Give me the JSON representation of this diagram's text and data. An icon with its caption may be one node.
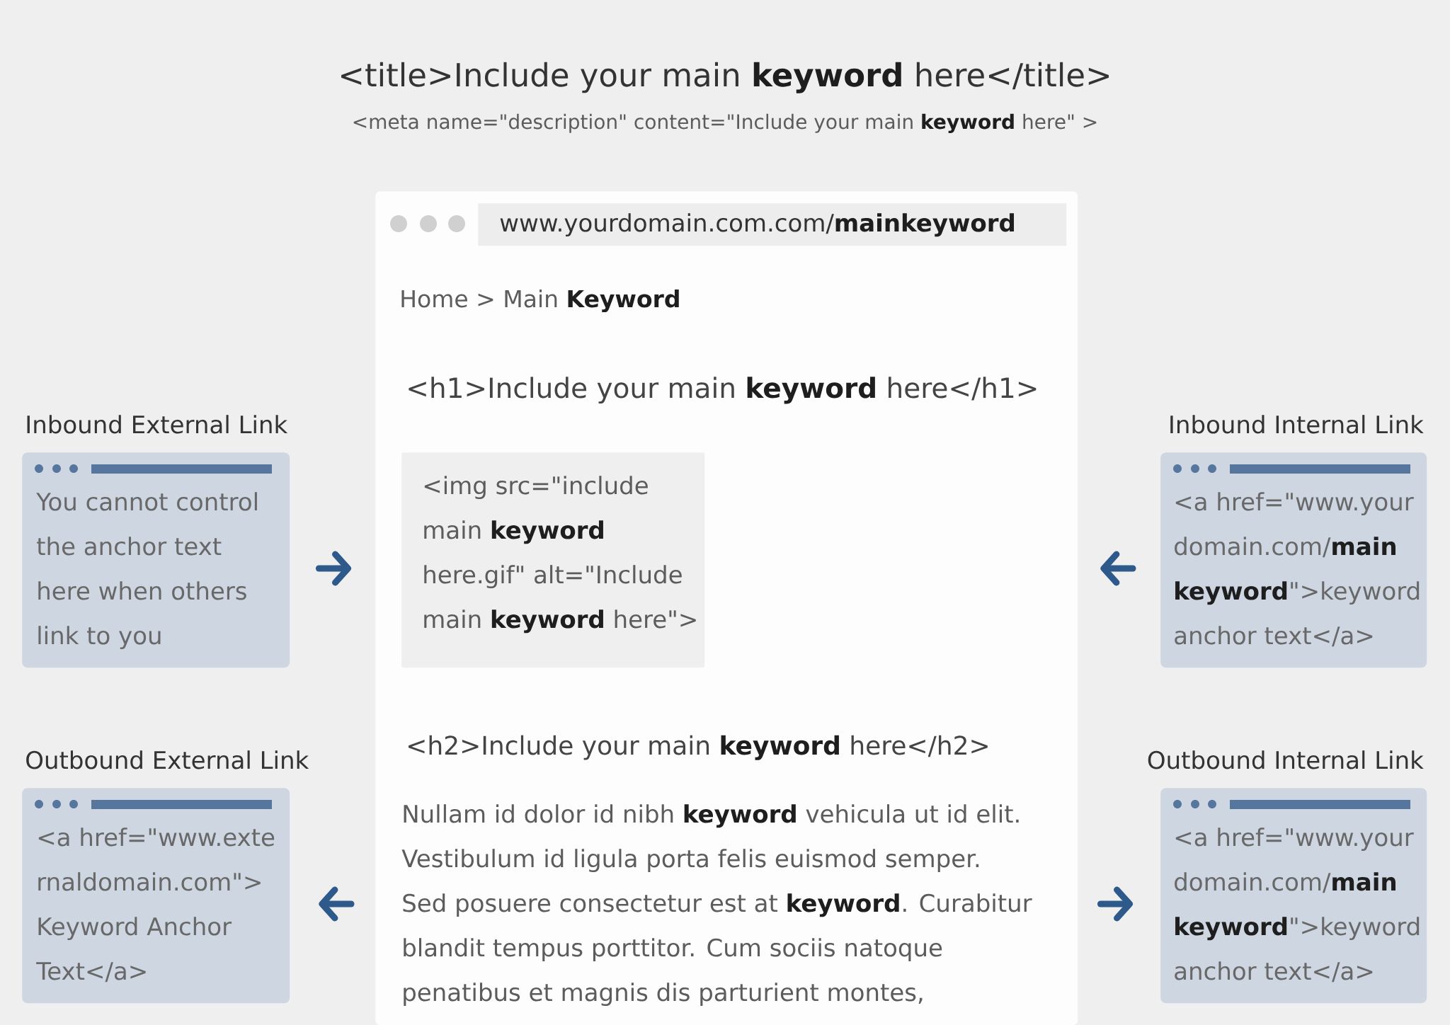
{
  "diagram": {
    "title": "<title>Include your main **keyword** here</title>",
    "nodes": [
      {
        "text": [
          "Home > Main **Keyword**",
          "<h1>Include your main **keyword** here</h1>",
          "<h2>Include your main **keyword** here</h2>",
          "Nullam id dolor id nibh **keyword** vehicula ut id elit. Vestibulum id ligula porta felis euismod semper. Sed posuere consectetur est at **keyword**. Curabitur blandit tempus porttitor. Cum sociis natoque penatibus et magnis dis parturient montes,"
        ]
      },
      {
        "text": [
          "www.yourdomain.com.com/**mainkeyword**"
        ],
        "in": 0
      },
      {
        "text": [
          "<img src=\"include main **keyword** here.gif\" alt=\"Include main **keyword** here\">"
        ],
        "in": 0
      },
      {
        "text": [
          "Inbound External Link",
          "You cannot control the anchor text here when others link to you"
        ]
      },
      {
        "text": [
          "Inbound Internal Link",
          "<a href=\"www.your domain.com/**main** **keyword**\">keyword anchor text</a>"
        ]
      },
      {
        "text": [
          "Outbound External Link",
          "<a href=\"www.exte rnaldomain.com\"> Keyword Anchor Text</a>"
        ]
      },
      {
        "text": [
          "Outbound Internal Link",
          "<a href=\"www.your domain.com/**main** **keyword**\">keyword anchor text</a>"
        ]
      }
    ],
    "edges": [
      {
        "from": 3,
        "to": 0,
        "arrow": "to"
      },
      {
        "from": 4,
        "to": 0,
        "arrow": "to"
      },
      {
        "from": 0,
        "to": 5,
        "arrow": "to"
      },
      {
        "from": 0,
        "to": 6,
        "arrow": "to"
      }
    ],
    "labels": [
      "<meta name=\"description\" content=\"Include your main **keyword** here\" >"
    ]
  }
}
